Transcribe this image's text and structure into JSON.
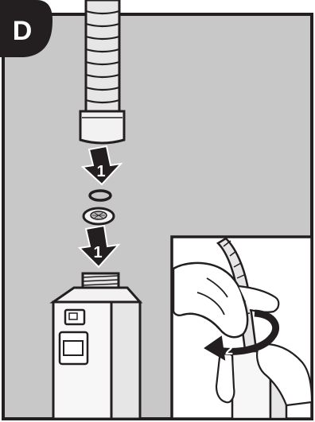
{
  "step_badge": {
    "label": "D"
  },
  "main_steps": [
    {
      "label": "1"
    },
    {
      "label": "1"
    }
  ],
  "inset": {
    "step_label": "2"
  },
  "colors": {
    "panel_bg": "#c8c8c8",
    "outline": "#231f20",
    "inset_bg": "#ffffff",
    "hose_fill": "#e6e6e6",
    "arrow_fill": "#231f20"
  },
  "icons": [
    "hose-icon",
    "o-ring-icon",
    "filter-screen-icon",
    "faucet-body-icon",
    "hand-icon",
    "rotate-arrow-icon"
  ]
}
